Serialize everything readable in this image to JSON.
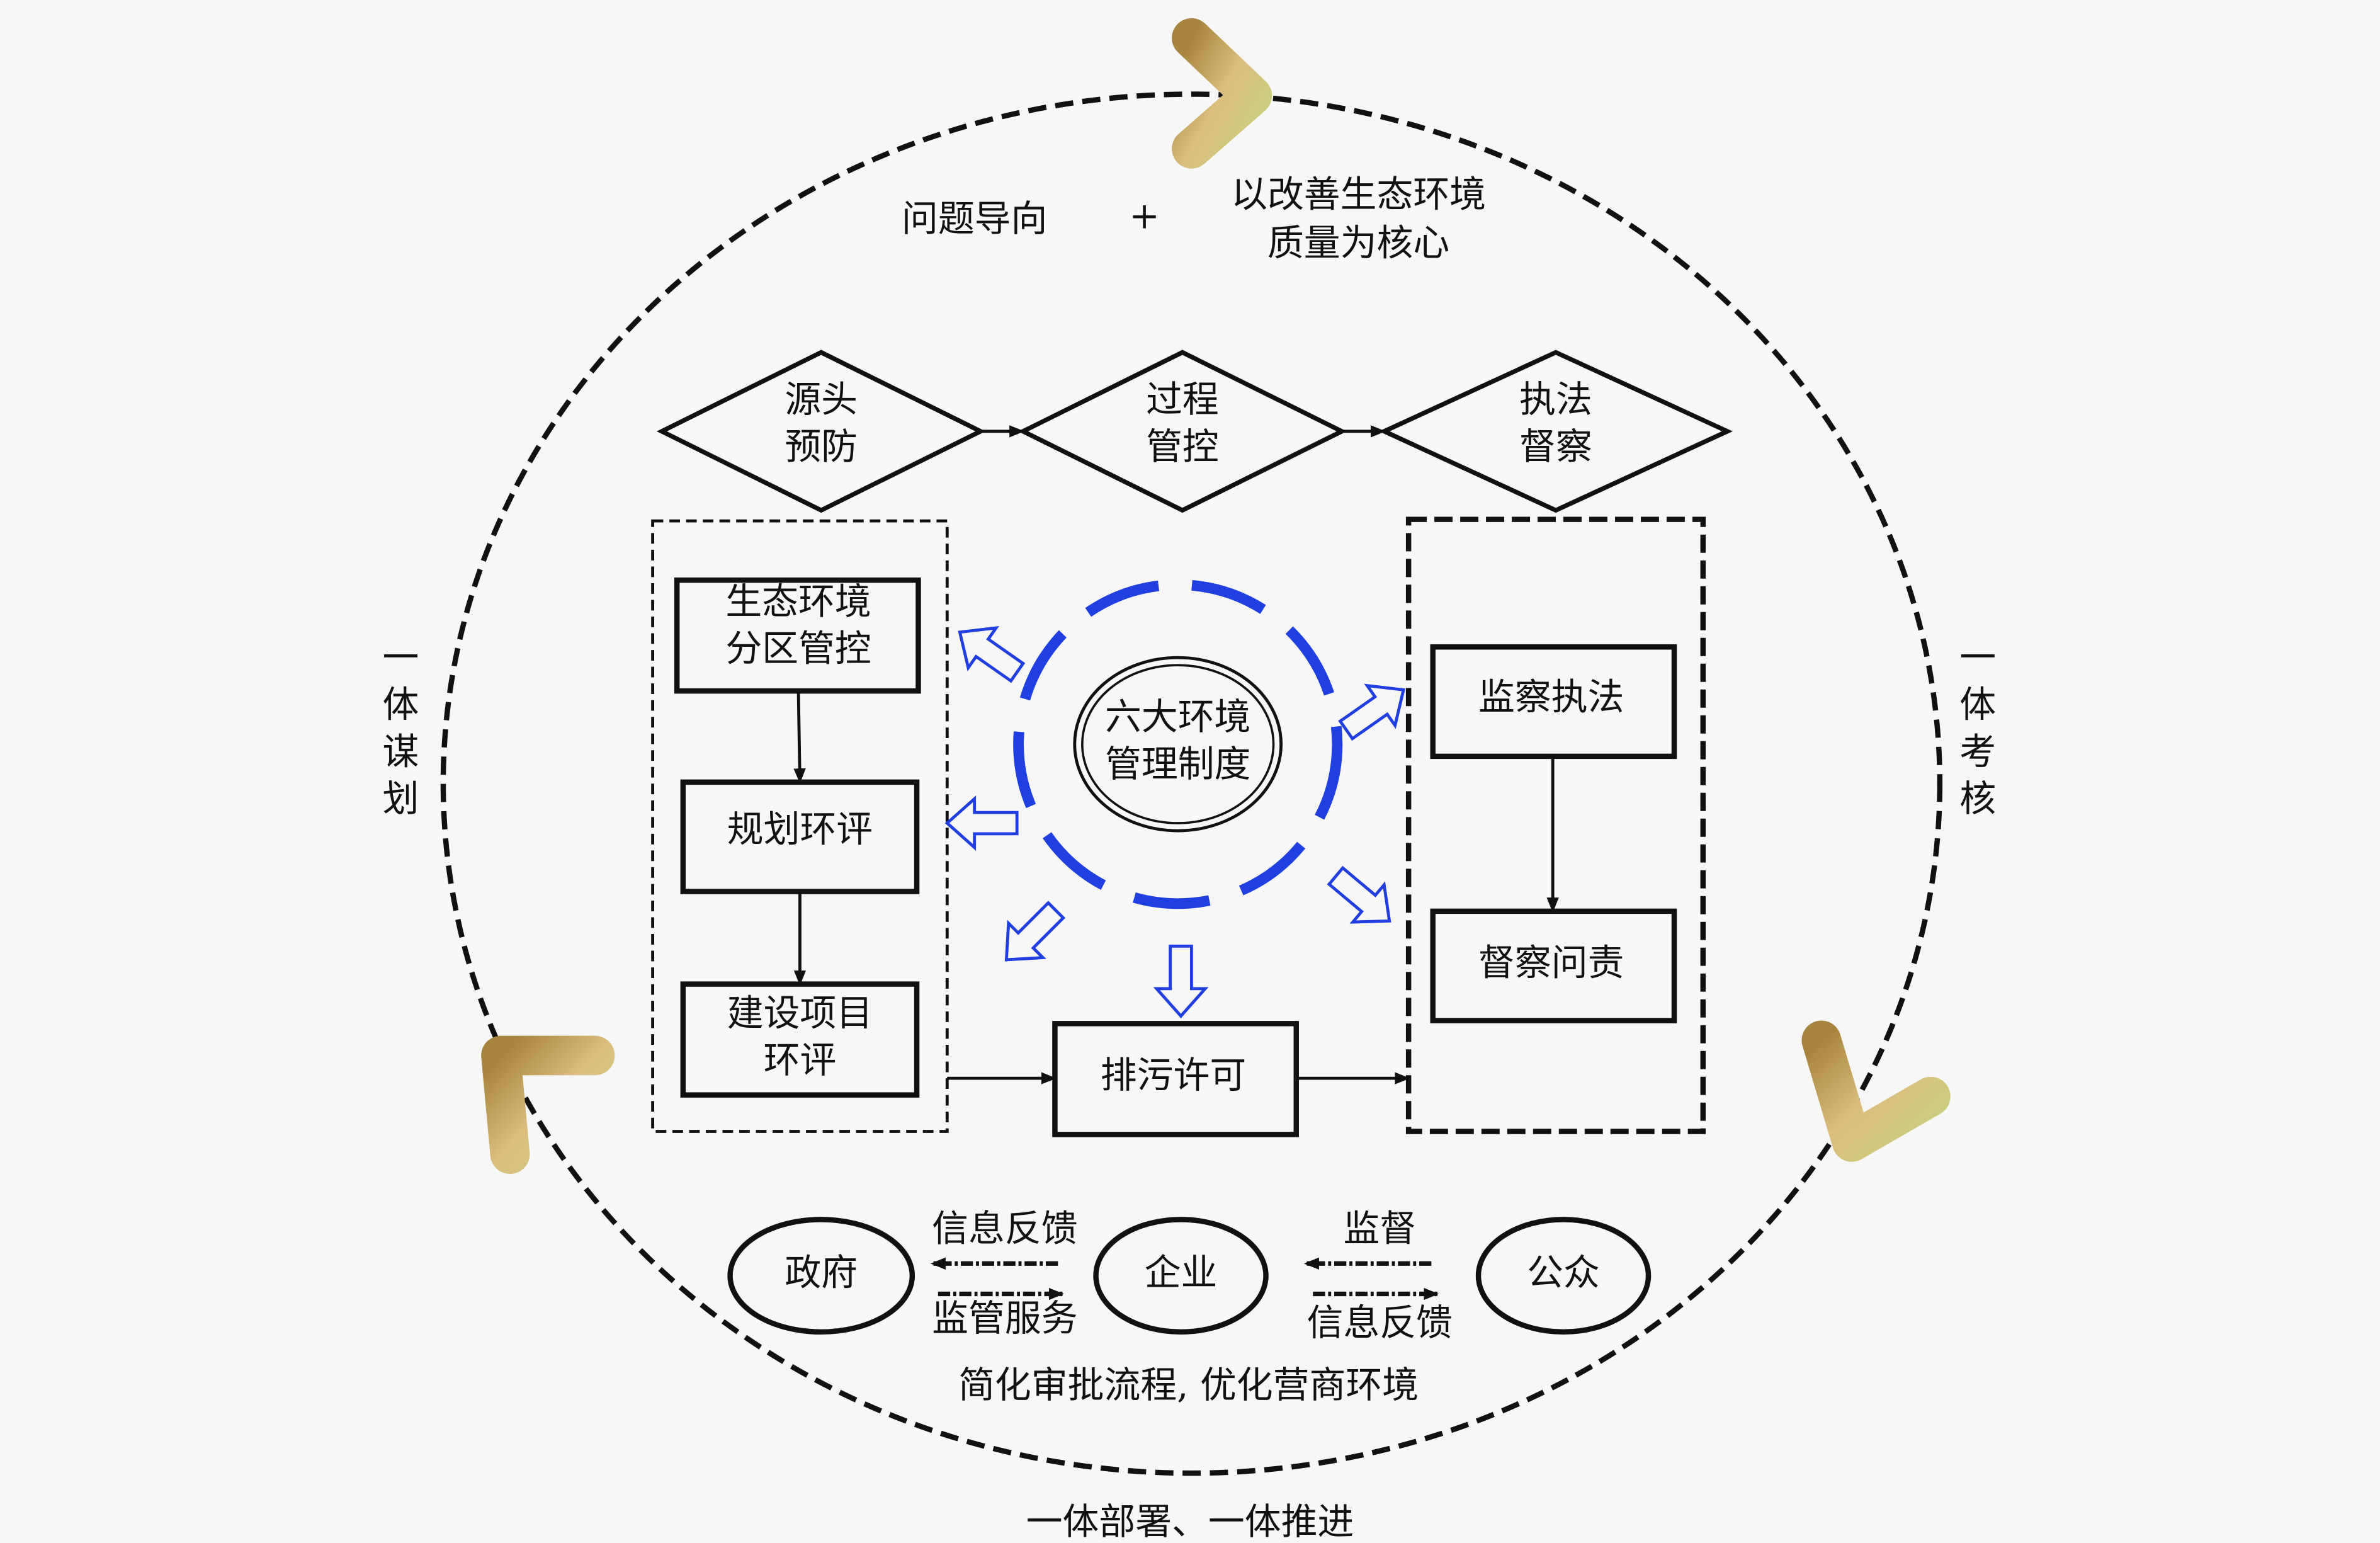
{
  "top": {
    "left": "问题导向",
    "plus": "+",
    "right_line1": "以改善生态环境",
    "right_line2": "质量为核心"
  },
  "sides": {
    "left": [
      "一",
      "体",
      "谋",
      "划"
    ],
    "right": [
      "一",
      "体",
      "考",
      "核"
    ]
  },
  "bottom_label": "一体部署、一体推进",
  "diamonds": [
    {
      "line1": "源头",
      "line2": "预防"
    },
    {
      "line1": "过程",
      "line2": "管控"
    },
    {
      "line1": "执法",
      "line2": "督察"
    }
  ],
  "left_boxes": [
    {
      "line1": "生态环境",
      "line2": "分区管控"
    },
    {
      "line1": "规划环评"
    },
    {
      "line1": "建设项目",
      "line2": "环评"
    }
  ],
  "center": {
    "line1": "六大环境",
    "line2": "管理制度"
  },
  "permit_box": "排污许可",
  "right_boxes": [
    "监察执法",
    "督察问责"
  ],
  "actors": [
    "政府",
    "企业",
    "公众"
  ],
  "relations": {
    "gov_ent_top": "信息反馈",
    "gov_ent_bottom": "监管服务",
    "ent_pub_top": "监督",
    "ent_pub_bottom": "信息反馈"
  },
  "slogan": "简化审批流程, 优化营商环境",
  "colors": {
    "accent_blue": "#1f3fe0",
    "boomerang": "#c9a96a"
  }
}
